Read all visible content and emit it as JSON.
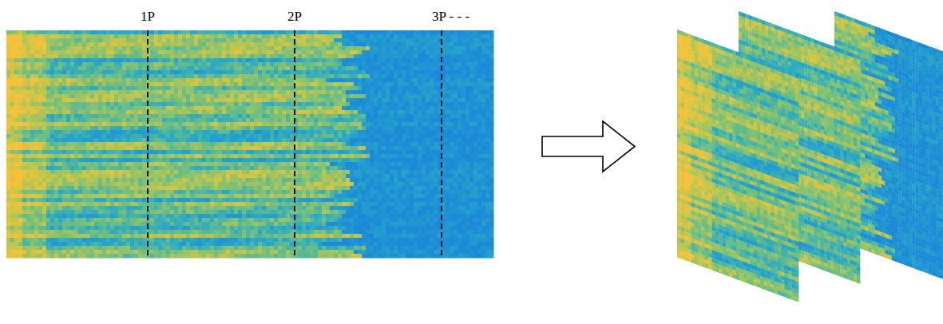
{
  "diagram": {
    "labels": [
      "1P",
      "2P",
      "3P - - -"
    ]
  }
}
